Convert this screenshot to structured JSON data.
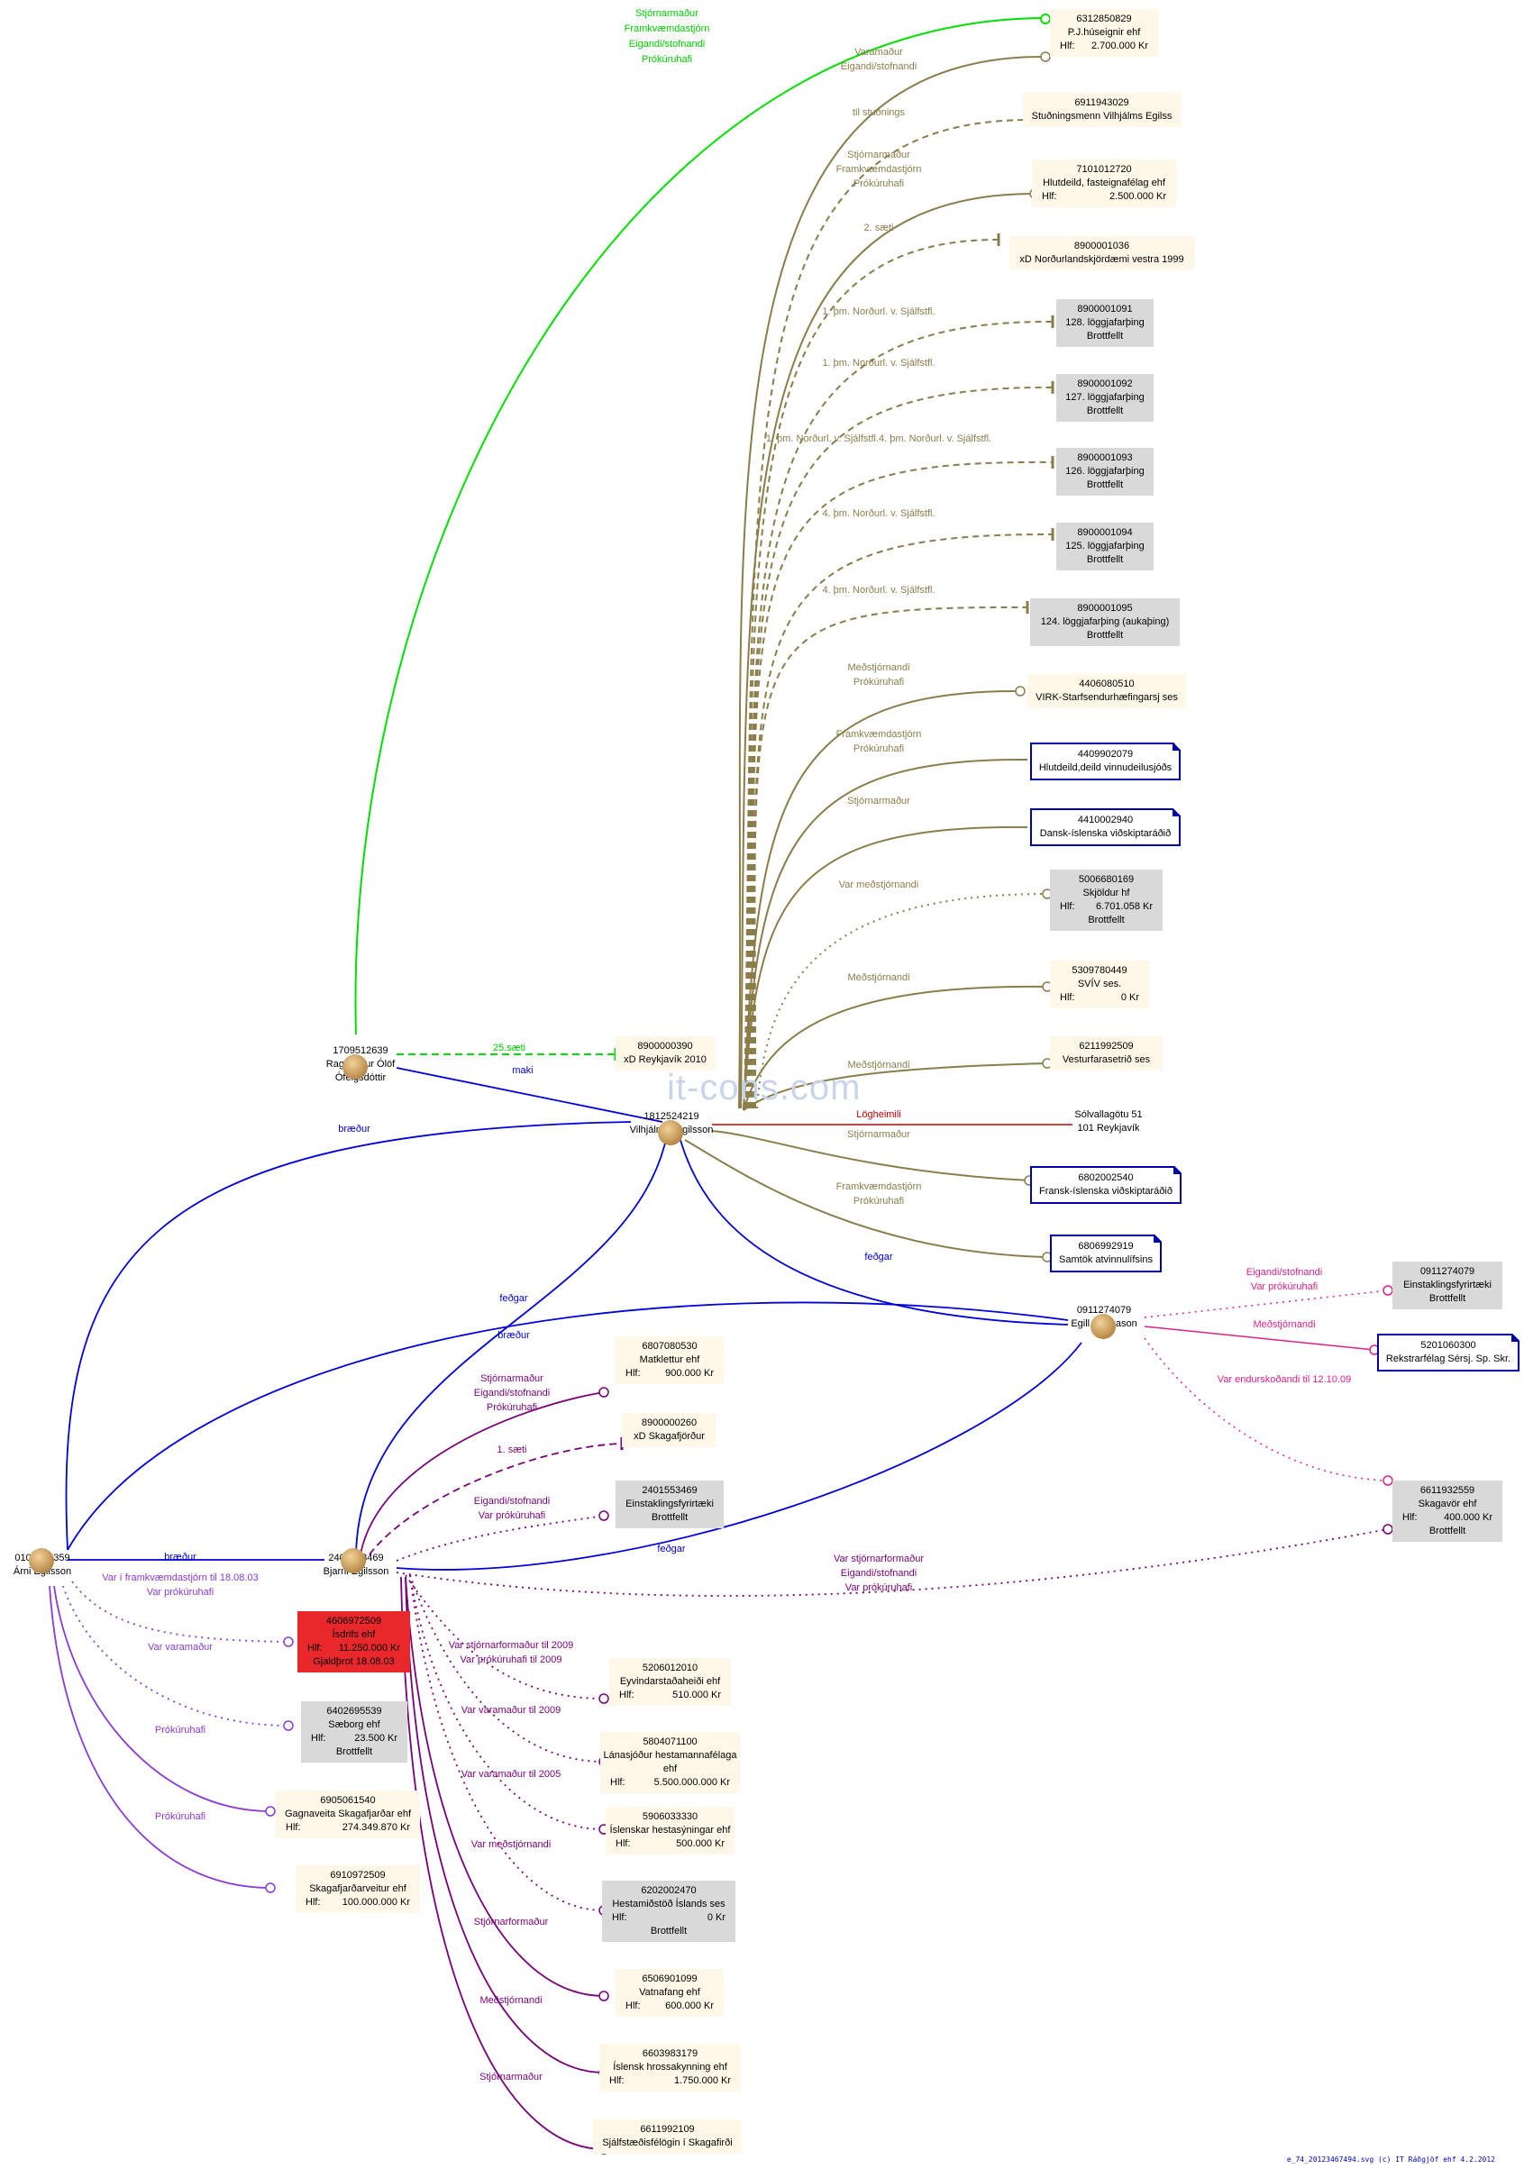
{
  "watermark": "it-cons.com",
  "footer": "e_74_20123467494.svg (c) IT Ráðgjöf ehf 4.2.2012",
  "persons": {
    "ragnhildur": {
      "id": "1709512639",
      "name": "Ragnhildur Ólöf Ófeigsdóttir"
    },
    "vilhjalmur": {
      "id": "1812524219",
      "name": "Vilhjálmur Egilsson"
    },
    "egill": {
      "id": "0911274079",
      "name": "Egill Bjarnason"
    },
    "arni": {
      "id": "0109535359",
      "name": "Árni Egilsson"
    },
    "bjarni": {
      "id": "2401553469",
      "name": "Bjarni Egilsson"
    }
  },
  "nodes": {
    "n1": {
      "id": "6312850829",
      "name": "P.J.húseignir ehf",
      "hlf_label": "Hlf:",
      "hlf": "2.700.000 Kr"
    },
    "n2": {
      "id": "6911943029",
      "name": "Stuðningsmenn Vilhjálms Egilss"
    },
    "n3": {
      "id": "7101012720",
      "name": "Hlutdeild, fasteignafélag ehf",
      "hlf_label": "Hlf:",
      "hlf": "2.500.000 Kr"
    },
    "n4": {
      "id": "8900001036",
      "name": "xD Norðurlandskjördæmi vestra 1999"
    },
    "n5": {
      "id": "8900001091",
      "name": "128. löggjafarþing",
      "status": "Brottfellt"
    },
    "n6": {
      "id": "8900001092",
      "name": "127. löggjafarþing",
      "status": "Brottfellt"
    },
    "n7": {
      "id": "8900001093",
      "name": "126. löggjafarþing",
      "status": "Brottfellt"
    },
    "n8": {
      "id": "8900001094",
      "name": "125. löggjafarþing",
      "status": "Brottfellt"
    },
    "n9": {
      "id": "8900001095",
      "name": "124. löggjafarþing (aukaþing)",
      "status": "Brottfellt"
    },
    "n10": {
      "id": "4406080510",
      "name": "VIRK-Starfsendurhæfingarsj ses"
    },
    "n11": {
      "id": "4409902079",
      "name": "Hlutdeild,deild vinnudeilusjóðs"
    },
    "n12": {
      "id": "4410002940",
      "name": "Dansk-íslenska viðskiptaráðið"
    },
    "n13": {
      "id": "5006680169",
      "name": "Skjöldur hf",
      "hlf_label": "Hlf:",
      "hlf": "6.701.058 Kr",
      "status": "Brottfellt"
    },
    "n14": {
      "id": "5309780449",
      "name": "SVÍV ses.",
      "hlf_label": "Hlf:",
      "hlf": "0 Kr"
    },
    "n15": {
      "id": "6211992509",
      "name": "Vesturfarasetrið ses"
    },
    "n16": {
      "id": "Sólvallagötu 51",
      "name": "101 Reykjavík"
    },
    "n17": {
      "id": "6802002540",
      "name": "Fransk-íslenska viðskiptaráðið"
    },
    "n18": {
      "id": "6806992919",
      "name": "Samtök atvinnulífsins"
    },
    "n19": {
      "id": "8900000390",
      "name": "xD Reykjavík 2010"
    },
    "n20": {
      "id": "0911274079",
      "name": "Einstaklingsfyrirtæki",
      "status": "Brottfellt"
    },
    "n21": {
      "id": "5201060300",
      "name": "Rekstrarfélag Sérsj. Sp. Skr."
    },
    "n22": {
      "id": "6611932559",
      "name": "Skagavör ehf",
      "hlf_label": "Hlf:",
      "hlf": "400.000 Kr",
      "status": "Brottfellt"
    },
    "n23": {
      "id": "6807080530",
      "name": "Matklettur ehf",
      "hlf_label": "Hlf:",
      "hlf": "900.000 Kr"
    },
    "n24": {
      "id": "8900000260",
      "name": "xD Skagafjörður"
    },
    "n25": {
      "id": "2401553469",
      "name": "Einstaklingsfyrirtæki",
      "status": "Brottfellt"
    },
    "n26": {
      "id": "4606972509",
      "name": "Ísdrifs ehf",
      "hlf_label": "Hlf:",
      "hlf": "11.250.000 Kr",
      "status": "Gjaldþrot 18.08.03"
    },
    "n27": {
      "id": "6402695539",
      "name": "Sæborg ehf",
      "hlf_label": "Hlf:",
      "hlf": "23.500 Kr",
      "status": "Brottfellt"
    },
    "n28": {
      "id": "6905061540",
      "name": "Gagnaveita Skagafjarðar ehf",
      "hlf_label": "Hlf:",
      "hlf": "274.349.870 Kr"
    },
    "n29": {
      "id": "6910972509",
      "name": "Skagafjarðarveitur ehf",
      "hlf_label": "Hlf:",
      "hlf": "100.000.000 Kr"
    },
    "n30": {
      "id": "5206012010",
      "name": "Eyvindarstaðaheiði ehf",
      "hlf_label": "Hlf:",
      "hlf": "510.000 Kr"
    },
    "n31": {
      "id": "5804071100",
      "name": "Lánasjóður hestamannafélaga ehf",
      "hlf_label": "Hlf:",
      "hlf": "5.500.000.000 Kr"
    },
    "n32": {
      "id": "5906033330",
      "name": "Íslenskar hestasýningar ehf",
      "hlf_label": "Hlf:",
      "hlf": "500.000 Kr"
    },
    "n33": {
      "id": "6202002470",
      "name": "Hestamiðstöð Íslands ses",
      "hlf_label": "Hlf:",
      "hlf": "0 Kr",
      "status": "Brottfellt"
    },
    "n34": {
      "id": "6506901099",
      "name": "Vatnafang ehf",
      "hlf_label": "Hlf:",
      "hlf": "600.000 Kr"
    },
    "n35": {
      "id": "6603983179",
      "name": "Íslensk hrossakynning ehf",
      "hlf_label": "Hlf:",
      "hlf": "1.750.000 Kr"
    },
    "n36": {
      "id": "6611992109",
      "name": "Sjálfstæðisfélögin í Skagafirði"
    }
  },
  "edge_labels": {
    "e_rag_n1": [
      "Stjórnarmaður",
      "Framkvæmdastjórn",
      "Eigandi/stofnandi",
      "Prókúruhafi"
    ],
    "e_n1": [
      "Varamaður",
      "Eigandi/stofnandi"
    ],
    "e_n2": [
      "til stuðnings"
    ],
    "e_n3": [
      "Stjórnarmaður",
      "Framkvæmdastjórn",
      "Prókúruhafi"
    ],
    "e_n4": [
      "2. sæti"
    ],
    "e_n5": [
      "1. þm. Norðurl. v. Sjálfstfl."
    ],
    "e_n6": [
      "1. þm. Norðurl. v. Sjálfstfl."
    ],
    "e_n7": [
      "1. þm. Norðurl. v. Sjálfstfl.4. þm. Norðurl. v. Sjálfstfl."
    ],
    "e_n8": [
      "4. þm. Norðurl. v. Sjálfstfl."
    ],
    "e_n9": [
      "4. þm. Norðurl. v. Sjálfstfl."
    ],
    "e_n10": [
      "Meðstjórnandi",
      "Prókúruhafi"
    ],
    "e_n11": [
      "Framkvæmdastjórn",
      "Prókúruhafi"
    ],
    "e_n12": [
      "Stjórnarmaður"
    ],
    "e_n13": [
      "Var meðstjórnandi"
    ],
    "e_n14": [
      "Meðstjórnandi"
    ],
    "e_n15": [
      "Meðstjórnandi"
    ],
    "e_n16": [
      "Lögheimili"
    ],
    "e_n17": [
      "Stjórnarmaður"
    ],
    "e_n18": [
      "Framkvæmdastjórn",
      "Prókúruhafi"
    ],
    "e_n19": [
      "25.sæti"
    ],
    "e_maki": [
      "maki"
    ],
    "e_br1": [
      "bræður"
    ],
    "e_feg1": [
      "feðgar"
    ],
    "e_feg2": [
      "feðgar"
    ],
    "e_br2": [
      "bræður"
    ],
    "e_br3": [
      "bræður"
    ],
    "e_feg3": [
      "feðgar"
    ],
    "e_n20": [
      "Eigandi/stofnandi",
      "Var prókúruhafi"
    ],
    "e_n21": [
      "Meðstjórnandi"
    ],
    "e_n22": [
      "Var endurskoðandi til 12.10.09"
    ],
    "e_n22b": [
      "Var stjórnarformaður",
      "Eigandi/stofnandi",
      "Var prókúruhafi"
    ],
    "e_n23": [
      "Stjórnarmaður",
      "Eigandi/stofnandi",
      "Prókúruhafi"
    ],
    "e_n24": [
      "1. sæti"
    ],
    "e_n25": [
      "Eigandi/stofnandi",
      "Var prókúruhafi"
    ],
    "e_n26": [
      "Var í framkvæmdastjórn til 18.08.03",
      "Var prókúruhafi"
    ],
    "e_n27": [
      "Var varamaður"
    ],
    "e_n28": [
      "Prókúruhafi"
    ],
    "e_n29": [
      "Prókúruhafi"
    ],
    "e_n30": [
      "Var stjórnarformaður til 2009",
      "Var prókúruhafi til 2009"
    ],
    "e_n31": [
      "Var varamaður til 2009"
    ],
    "e_n32": [
      "Var varamaður til 2005"
    ],
    "e_n33": [
      "Var meðstjórnandi"
    ],
    "e_n34": [
      "Stjórnarformaður"
    ],
    "e_n35": [
      "Meðstjórnandi"
    ],
    "e_n36": [
      "Stjórnarmaður"
    ]
  },
  "colors": {
    "olive": "#8b7d4a",
    "blue": "#0000dd",
    "green": "#00e000",
    "purple": "#7a007a",
    "violet": "#8a3ad6",
    "pink": "#e0208a",
    "red": "#cc0000"
  }
}
